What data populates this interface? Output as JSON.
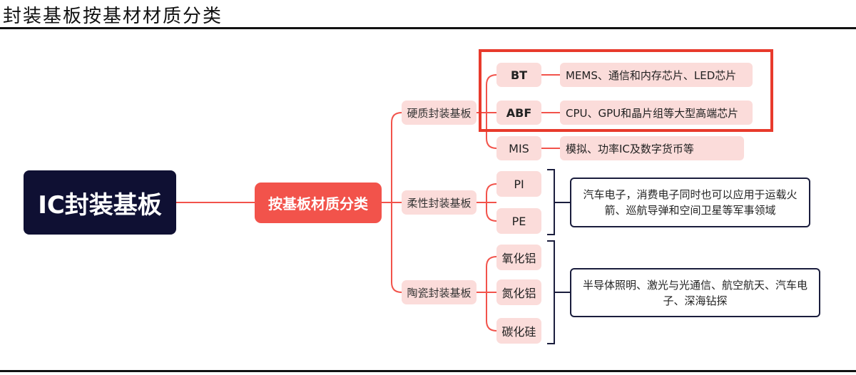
{
  "title": "封装基板按基材材质分类",
  "root": "IC封装基板",
  "classification": "按基板材质分类",
  "categories": [
    {
      "label": "硬质封装基板",
      "items": [
        {
          "label": "BT",
          "application": "MEMS、通信和内存芯片、LED芯片"
        },
        {
          "label": "ABF",
          "application": "CPU、GPU和晶片组等大型高端芯片"
        },
        {
          "label": "MIS",
          "application": "模拟、功率IC及数字货币等"
        }
      ]
    },
    {
      "label": "柔性封装基板",
      "items": [
        {
          "label": "PI"
        },
        {
          "label": "PE"
        }
      ],
      "application": "汽车电子，消费电子同时也可以应用于运载火箭、巡航导弹和空间卫星等军事领域"
    },
    {
      "label": "陶瓷封装基板",
      "items": [
        {
          "label": "氧化铝"
        },
        {
          "label": "氮化铝"
        },
        {
          "label": "碳化硅"
        }
      ],
      "application": "半导体照明、激光与光通信、航空航天、汽车电子、深海钻探"
    }
  ],
  "colors": {
    "root_bg": "#0f1033",
    "accent": "#f2534b",
    "node_bg": "#fbdcda",
    "highlight": "#e83a2c"
  }
}
